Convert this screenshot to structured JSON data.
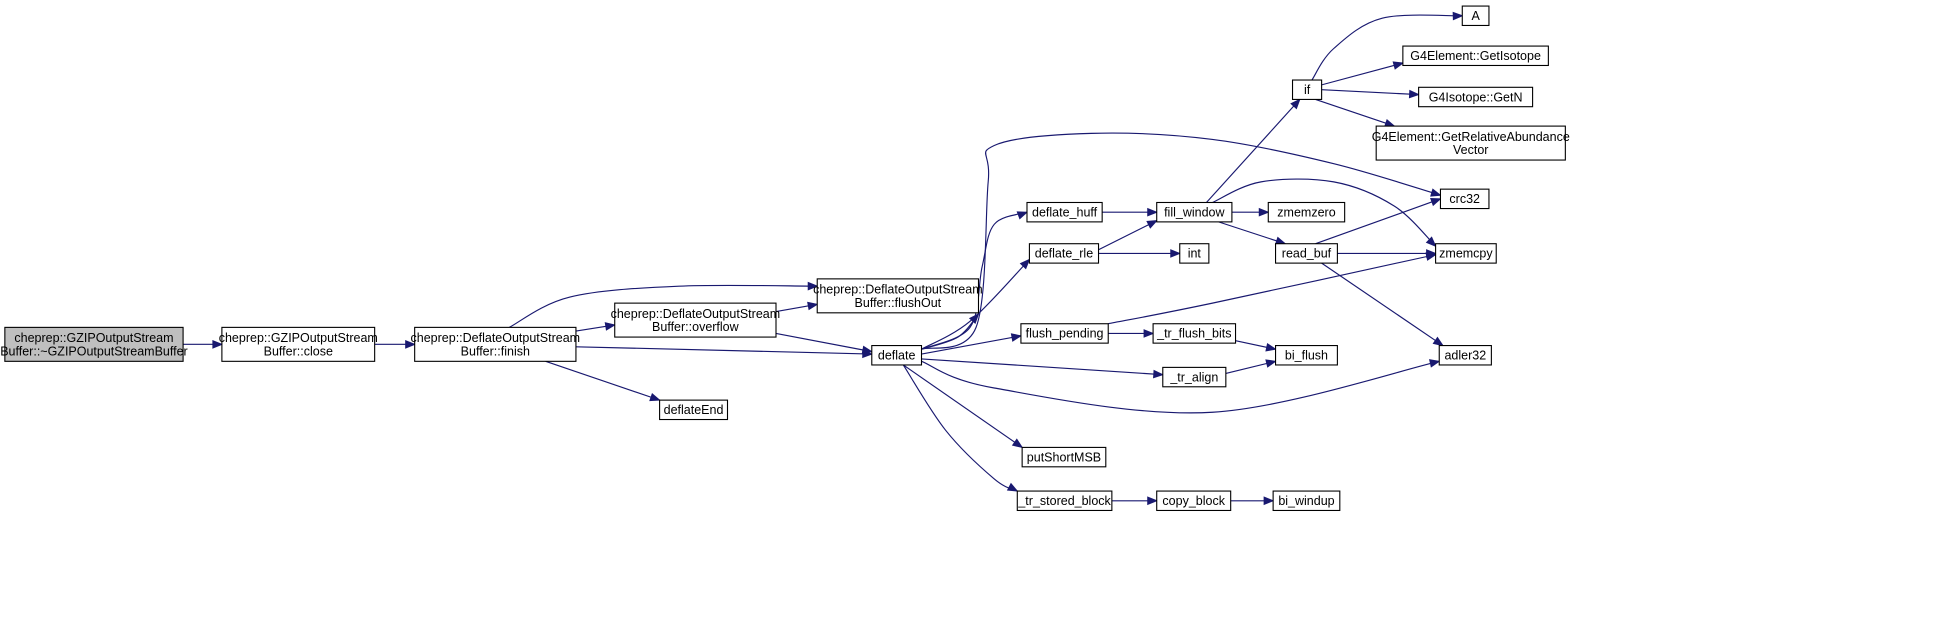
{
  "diagram": {
    "title": "",
    "nodes": [
      {
        "id": "n_root",
        "lines": [
          "cheprep::GZIPOutputStream",
          "Buffer::~GZIPOutputStreamBuffer"
        ],
        "highlighted": true
      },
      {
        "id": "n_close",
        "lines": [
          "cheprep::GZIPOutputStream",
          "Buffer::close"
        ]
      },
      {
        "id": "n_finish",
        "lines": [
          "cheprep::DeflateOutputStream",
          "Buffer::finish"
        ]
      },
      {
        "id": "n_overflow",
        "lines": [
          "cheprep::DeflateOutputStream",
          "Buffer::overflow"
        ]
      },
      {
        "id": "n_flushout",
        "lines": [
          "cheprep::DeflateOutputStream",
          "Buffer::flushOut"
        ]
      },
      {
        "id": "n_deflateend",
        "lines": [
          "deflateEnd"
        ]
      },
      {
        "id": "n_deflate",
        "lines": [
          "deflate"
        ]
      },
      {
        "id": "n_deflate_huff",
        "lines": [
          "deflate_huff"
        ]
      },
      {
        "id": "n_deflate_rle",
        "lines": [
          "deflate_rle"
        ]
      },
      {
        "id": "n_flush_pending",
        "lines": [
          "flush_pending"
        ]
      },
      {
        "id": "n_putshortmsb",
        "lines": [
          "putShortMSB"
        ]
      },
      {
        "id": "n_tr_stored_block",
        "lines": [
          "_tr_stored_block"
        ]
      },
      {
        "id": "n_fill_window",
        "lines": [
          "fill_window"
        ]
      },
      {
        "id": "n_int",
        "lines": [
          "int"
        ]
      },
      {
        "id": "n_tr_flush_bits",
        "lines": [
          "_tr_flush_bits"
        ]
      },
      {
        "id": "n_tr_align",
        "lines": [
          "_tr_align"
        ]
      },
      {
        "id": "n_copy_block",
        "lines": [
          "copy_block"
        ]
      },
      {
        "id": "n_if",
        "lines": [
          "if"
        ]
      },
      {
        "id": "n_zmemzero",
        "lines": [
          "zmemzero"
        ]
      },
      {
        "id": "n_read_buf",
        "lines": [
          "read_buf"
        ]
      },
      {
        "id": "n_bi_flush",
        "lines": [
          "bi_flush"
        ]
      },
      {
        "id": "n_bi_windup",
        "lines": [
          "bi_windup"
        ]
      },
      {
        "id": "n_a",
        "lines": [
          "A"
        ]
      },
      {
        "id": "n_getisotope",
        "lines": [
          "G4Element::GetIsotope"
        ]
      },
      {
        "id": "n_getn",
        "lines": [
          "G4Isotope::GetN"
        ]
      },
      {
        "id": "n_getrelab",
        "lines": [
          "G4Element::GetRelativeAbundance",
          "Vector"
        ]
      },
      {
        "id": "n_crc32",
        "lines": [
          "crc32"
        ]
      },
      {
        "id": "n_zmemcpy",
        "lines": [
          "zmemcpy"
        ]
      },
      {
        "id": "n_adler32",
        "lines": [
          "adler32"
        ]
      }
    ],
    "edges": [
      {
        "from": "n_root",
        "to": "n_close"
      },
      {
        "from": "n_close",
        "to": "n_finish"
      },
      {
        "from": "n_finish",
        "to": "n_overflow"
      },
      {
        "from": "n_finish",
        "to": "n_flushout"
      },
      {
        "from": "n_finish",
        "to": "n_deflate"
      },
      {
        "from": "n_finish",
        "to": "n_deflateend"
      },
      {
        "from": "n_overflow",
        "to": "n_flushout"
      },
      {
        "from": "n_overflow",
        "to": "n_deflate"
      },
      {
        "from": "n_deflate",
        "to": "n_flushout"
      },
      {
        "from": "n_deflate",
        "to": "n_deflate_huff"
      },
      {
        "from": "n_deflate",
        "to": "n_deflate_rle"
      },
      {
        "from": "n_deflate",
        "to": "n_crc32"
      },
      {
        "from": "n_deflate",
        "to": "n_flush_pending"
      },
      {
        "from": "n_deflate",
        "to": "n_tr_align"
      },
      {
        "from": "n_deflate",
        "to": "n_adler32"
      },
      {
        "from": "n_deflate",
        "to": "n_putshortmsb"
      },
      {
        "from": "n_deflate",
        "to": "n_tr_stored_block"
      },
      {
        "from": "n_deflate_huff",
        "to": "n_fill_window"
      },
      {
        "from": "n_deflate_rle",
        "to": "n_fill_window"
      },
      {
        "from": "n_deflate_rle",
        "to": "n_int"
      },
      {
        "from": "n_flush_pending",
        "to": "n_tr_flush_bits"
      },
      {
        "from": "n_flush_pending",
        "to": "n_zmemcpy"
      },
      {
        "from": "n_tr_flush_bits",
        "to": "n_bi_flush"
      },
      {
        "from": "n_tr_align",
        "to": "n_bi_flush"
      },
      {
        "from": "n_tr_stored_block",
        "to": "n_copy_block"
      },
      {
        "from": "n_copy_block",
        "to": "n_bi_windup"
      },
      {
        "from": "n_fill_window",
        "to": "n_if"
      },
      {
        "from": "n_fill_window",
        "to": "n_zmemzero"
      },
      {
        "from": "n_fill_window",
        "to": "n_read_buf"
      },
      {
        "from": "n_fill_window",
        "to": "n_zmemcpy"
      },
      {
        "from": "n_read_buf",
        "to": "n_crc32"
      },
      {
        "from": "n_read_buf",
        "to": "n_zmemcpy"
      },
      {
        "from": "n_read_buf",
        "to": "n_adler32"
      },
      {
        "from": "n_if",
        "to": "n_a"
      },
      {
        "from": "n_if",
        "to": "n_getisotope"
      },
      {
        "from": "n_if",
        "to": "n_getn"
      },
      {
        "from": "n_if",
        "to": "n_getrelab"
      }
    ],
    "colors": {
      "edge": "#191970",
      "root_fill": "#bfbfbf",
      "node_fill": "#ffffff",
      "node_border": "#000000"
    }
  }
}
